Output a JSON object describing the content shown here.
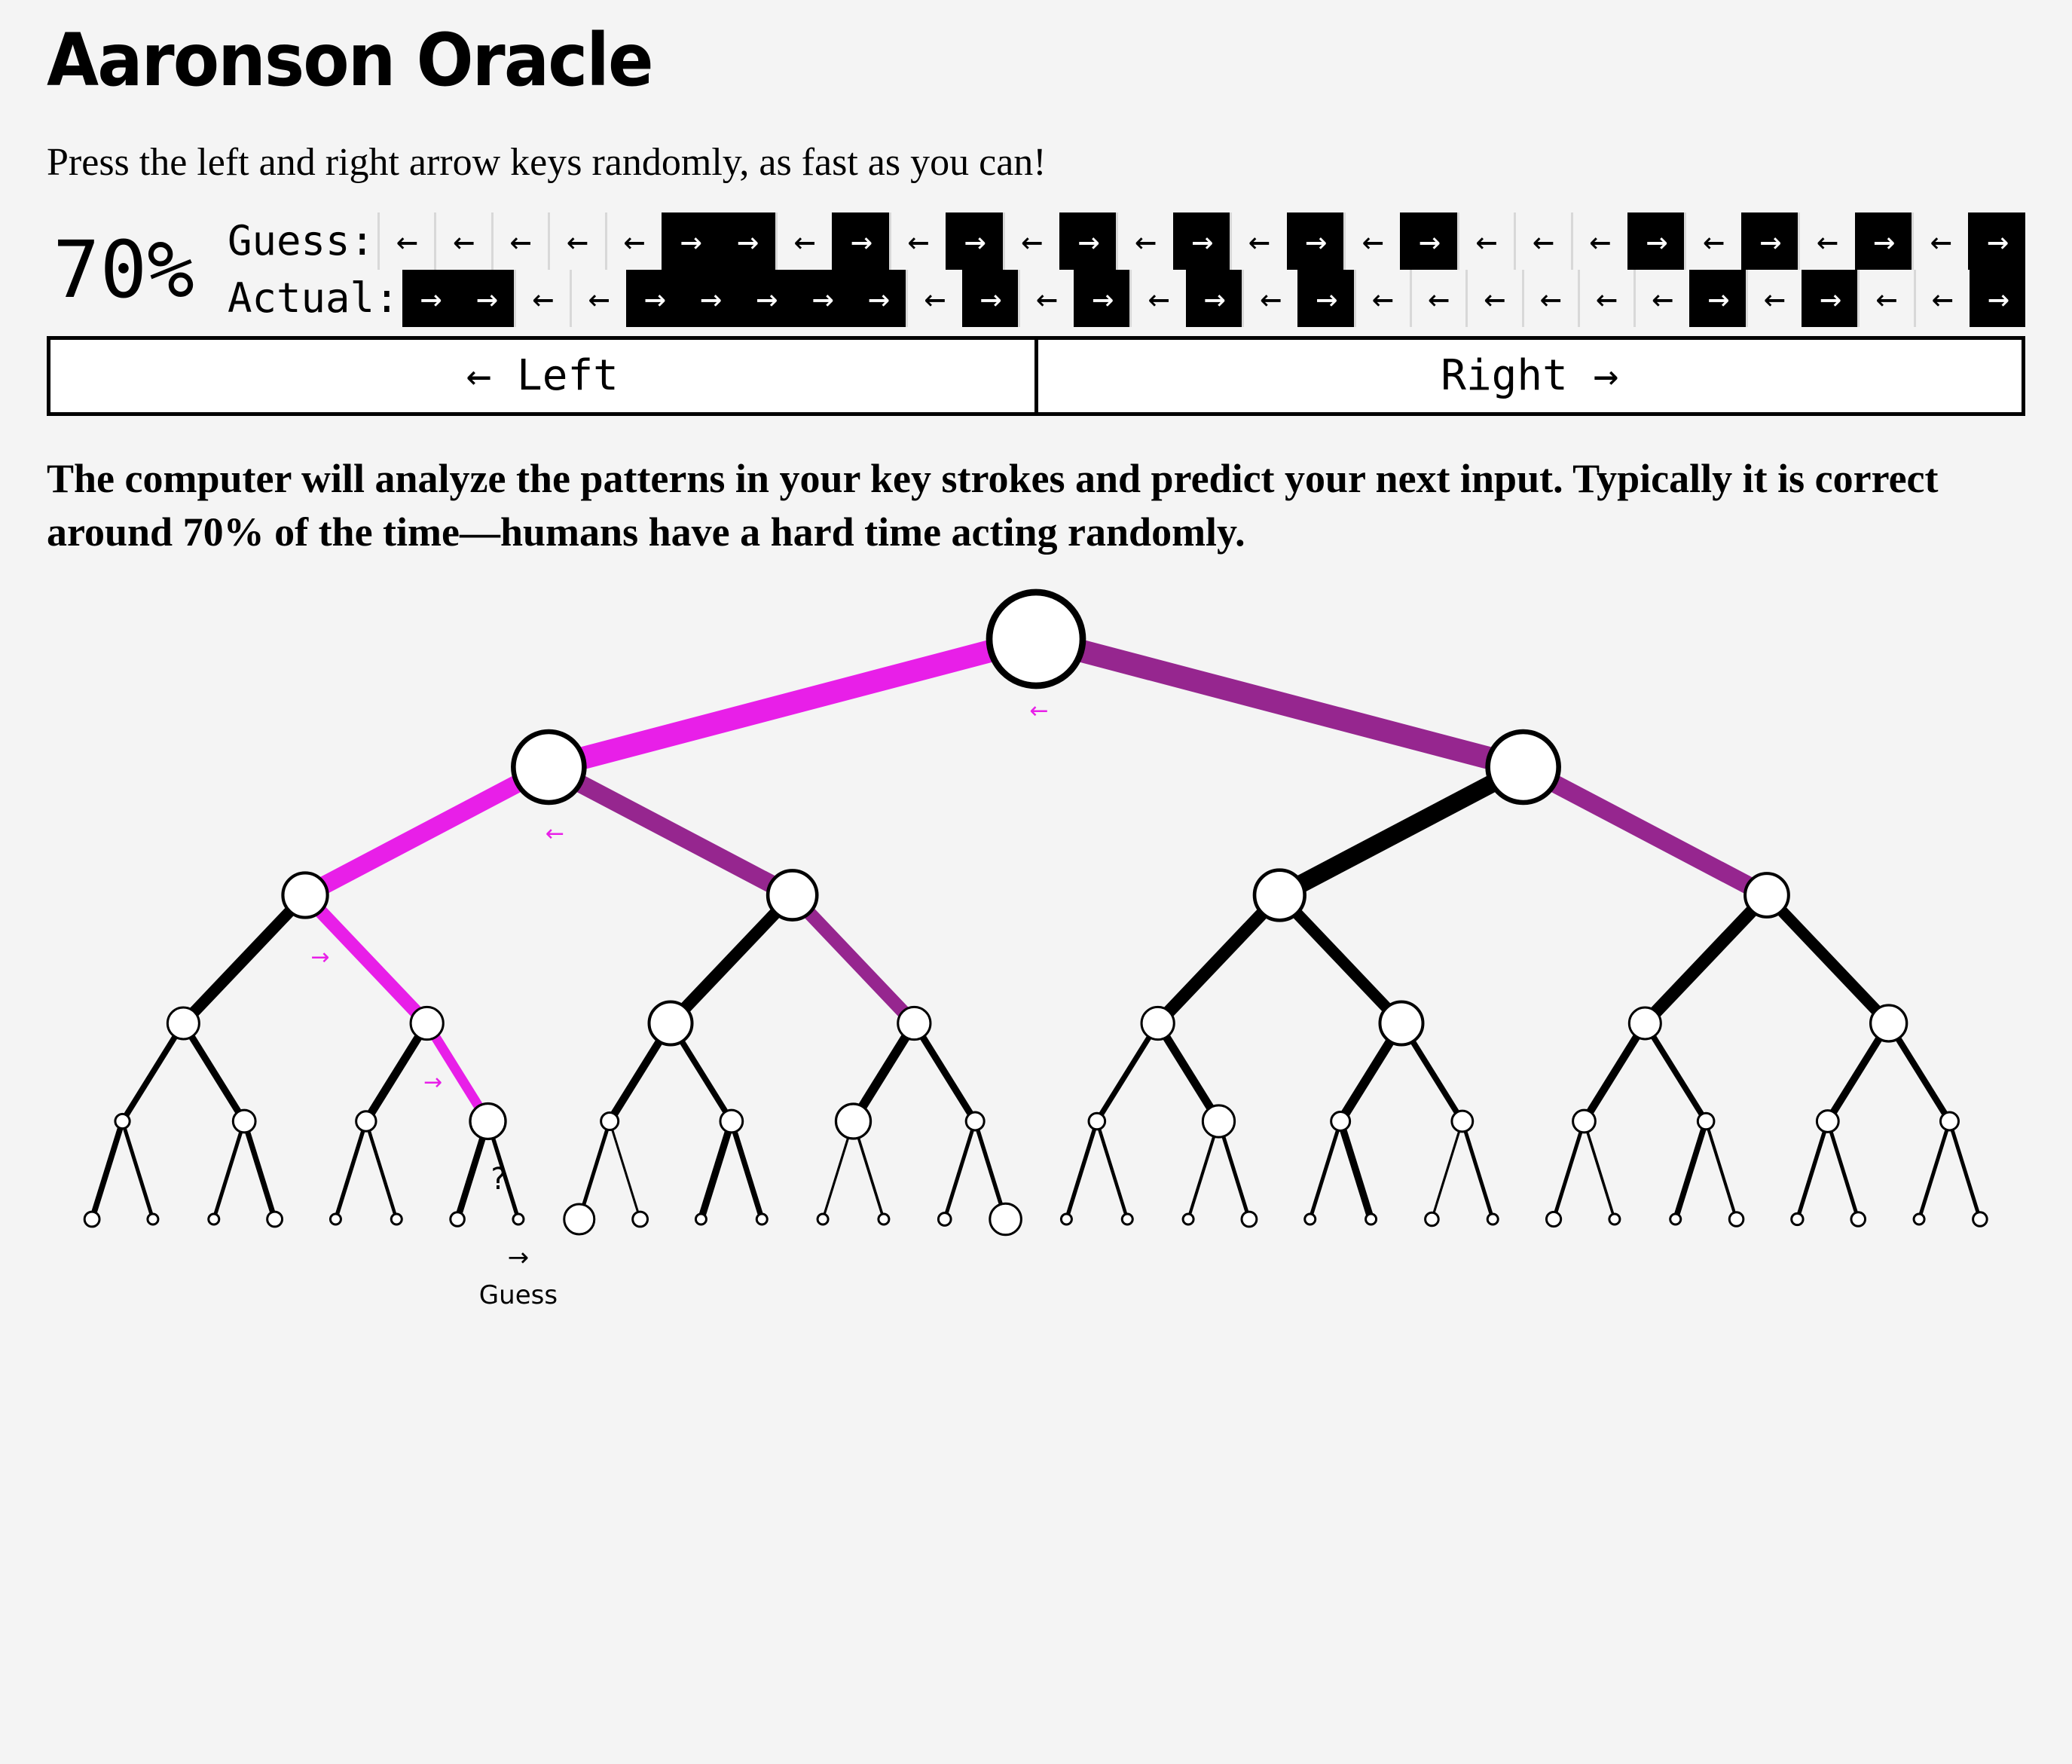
{
  "page": {
    "title": "Aaronson Oracle",
    "instructions": "Press the left and right arrow keys randomly, as fast as you can!",
    "description": "The computer will analyze the patterns in your key strokes and predict your next input. Typically it is correct around 70% of the time—humans have a hard time acting randomly.",
    "background": "#f4f4f4"
  },
  "stats": {
    "accuracy": "70%",
    "guess_label": "Guess:",
    "actual_label": "Actual:",
    "arrow_left": "←",
    "arrow_right": "→",
    "guess_sequence": [
      "L",
      "L",
      "L",
      "L",
      "L",
      "R",
      "R",
      "L",
      "R",
      "L",
      "R",
      "L",
      "R",
      "L",
      "R",
      "L",
      "R",
      "L",
      "R",
      "L",
      "L",
      "L",
      "R",
      "L",
      "R",
      "L",
      "R",
      "L",
      "R"
    ],
    "actual_sequence": [
      "R",
      "R",
      "L",
      "L",
      "R",
      "R",
      "R",
      "R",
      "R",
      "L",
      "R",
      "L",
      "R",
      "L",
      "R",
      "L",
      "R",
      "L",
      "L",
      "L",
      "L",
      "L",
      "L",
      "R",
      "L",
      "R",
      "L",
      "L",
      "R"
    ]
  },
  "keys": {
    "left_label": "← Left",
    "right_label": "Right →"
  },
  "tree": {
    "colors": {
      "edge": "#000000",
      "node_fill": "#ffffff",
      "node_stroke": "#000000",
      "path_bright": "#e81fe8",
      "path_dark": "#96268f",
      "accent_magenta": "#e81fe8"
    },
    "root_label": "←",
    "edge_labels": [
      {
        "text": "←",
        "color": "#e81fe8"
      },
      {
        "text": "←",
        "color": "#e81fe8"
      },
      {
        "text": "→",
        "color": "#e81fe8"
      },
      {
        "text": "→",
        "color": "#e81fe8"
      }
    ],
    "guess_marker": {
      "question": "?",
      "arrow": "→",
      "label": "Guess"
    }
  }
}
